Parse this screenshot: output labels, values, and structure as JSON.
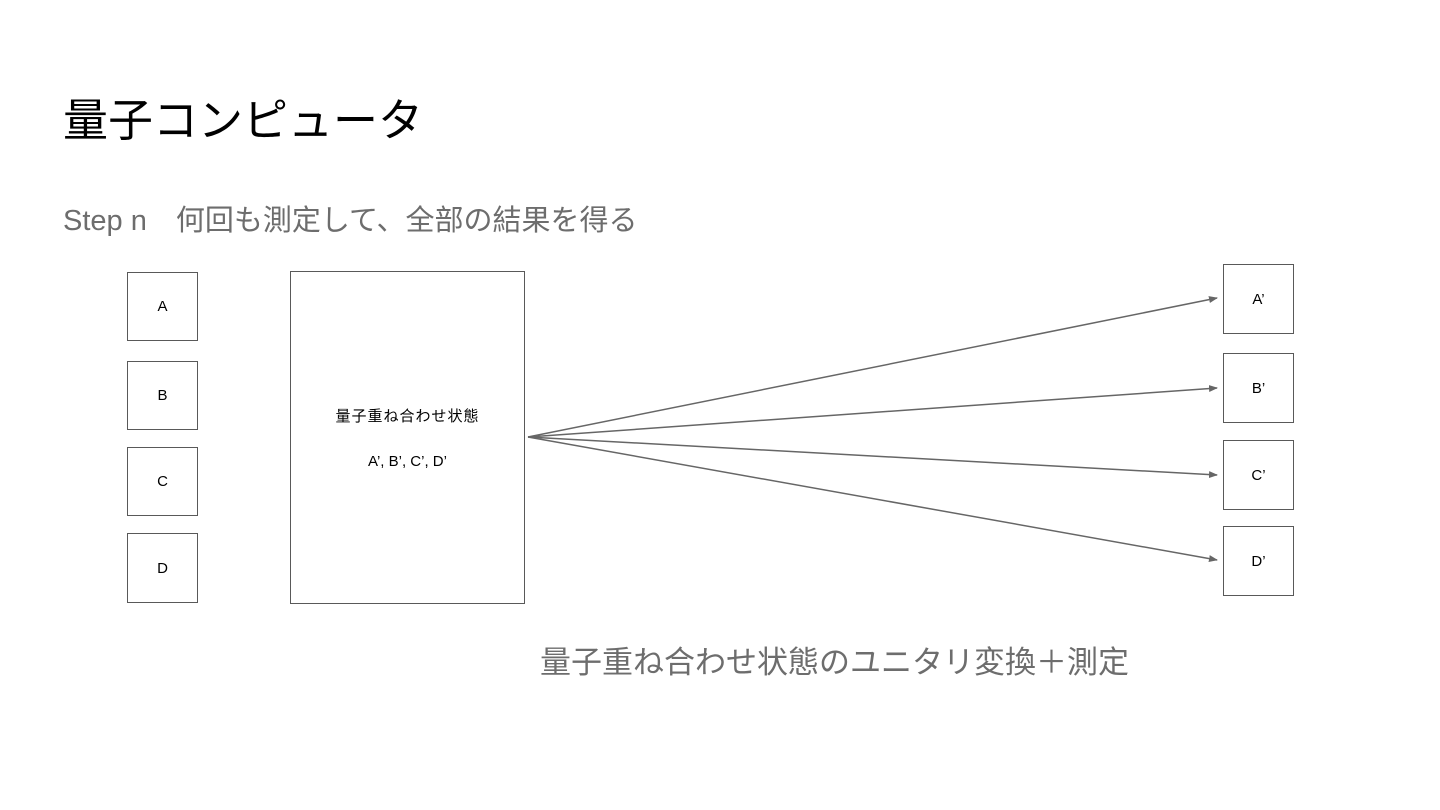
{
  "slide": {
    "title": "量子コンピュータ",
    "subtitle": "Step n　何回も測定して、全部の結果を得る",
    "caption": "量子重ね合わせ状態のユニタリ変換＋測定",
    "colors": {
      "text": "#000000",
      "muted_text": "#6d6d6d",
      "box_border": "#595959",
      "arrow": "#666666",
      "background": "#ffffff"
    }
  },
  "diagram": {
    "inputs": [
      {
        "label": "A"
      },
      {
        "label": "B"
      },
      {
        "label": "C"
      },
      {
        "label": "D"
      }
    ],
    "center": {
      "line1": "量子重ね合わせ状態",
      "line2": "A’, B’, C’, D’"
    },
    "outputs": [
      {
        "label": "A’"
      },
      {
        "label": "B’"
      },
      {
        "label": "C’"
      },
      {
        "label": "D’"
      }
    ]
  }
}
